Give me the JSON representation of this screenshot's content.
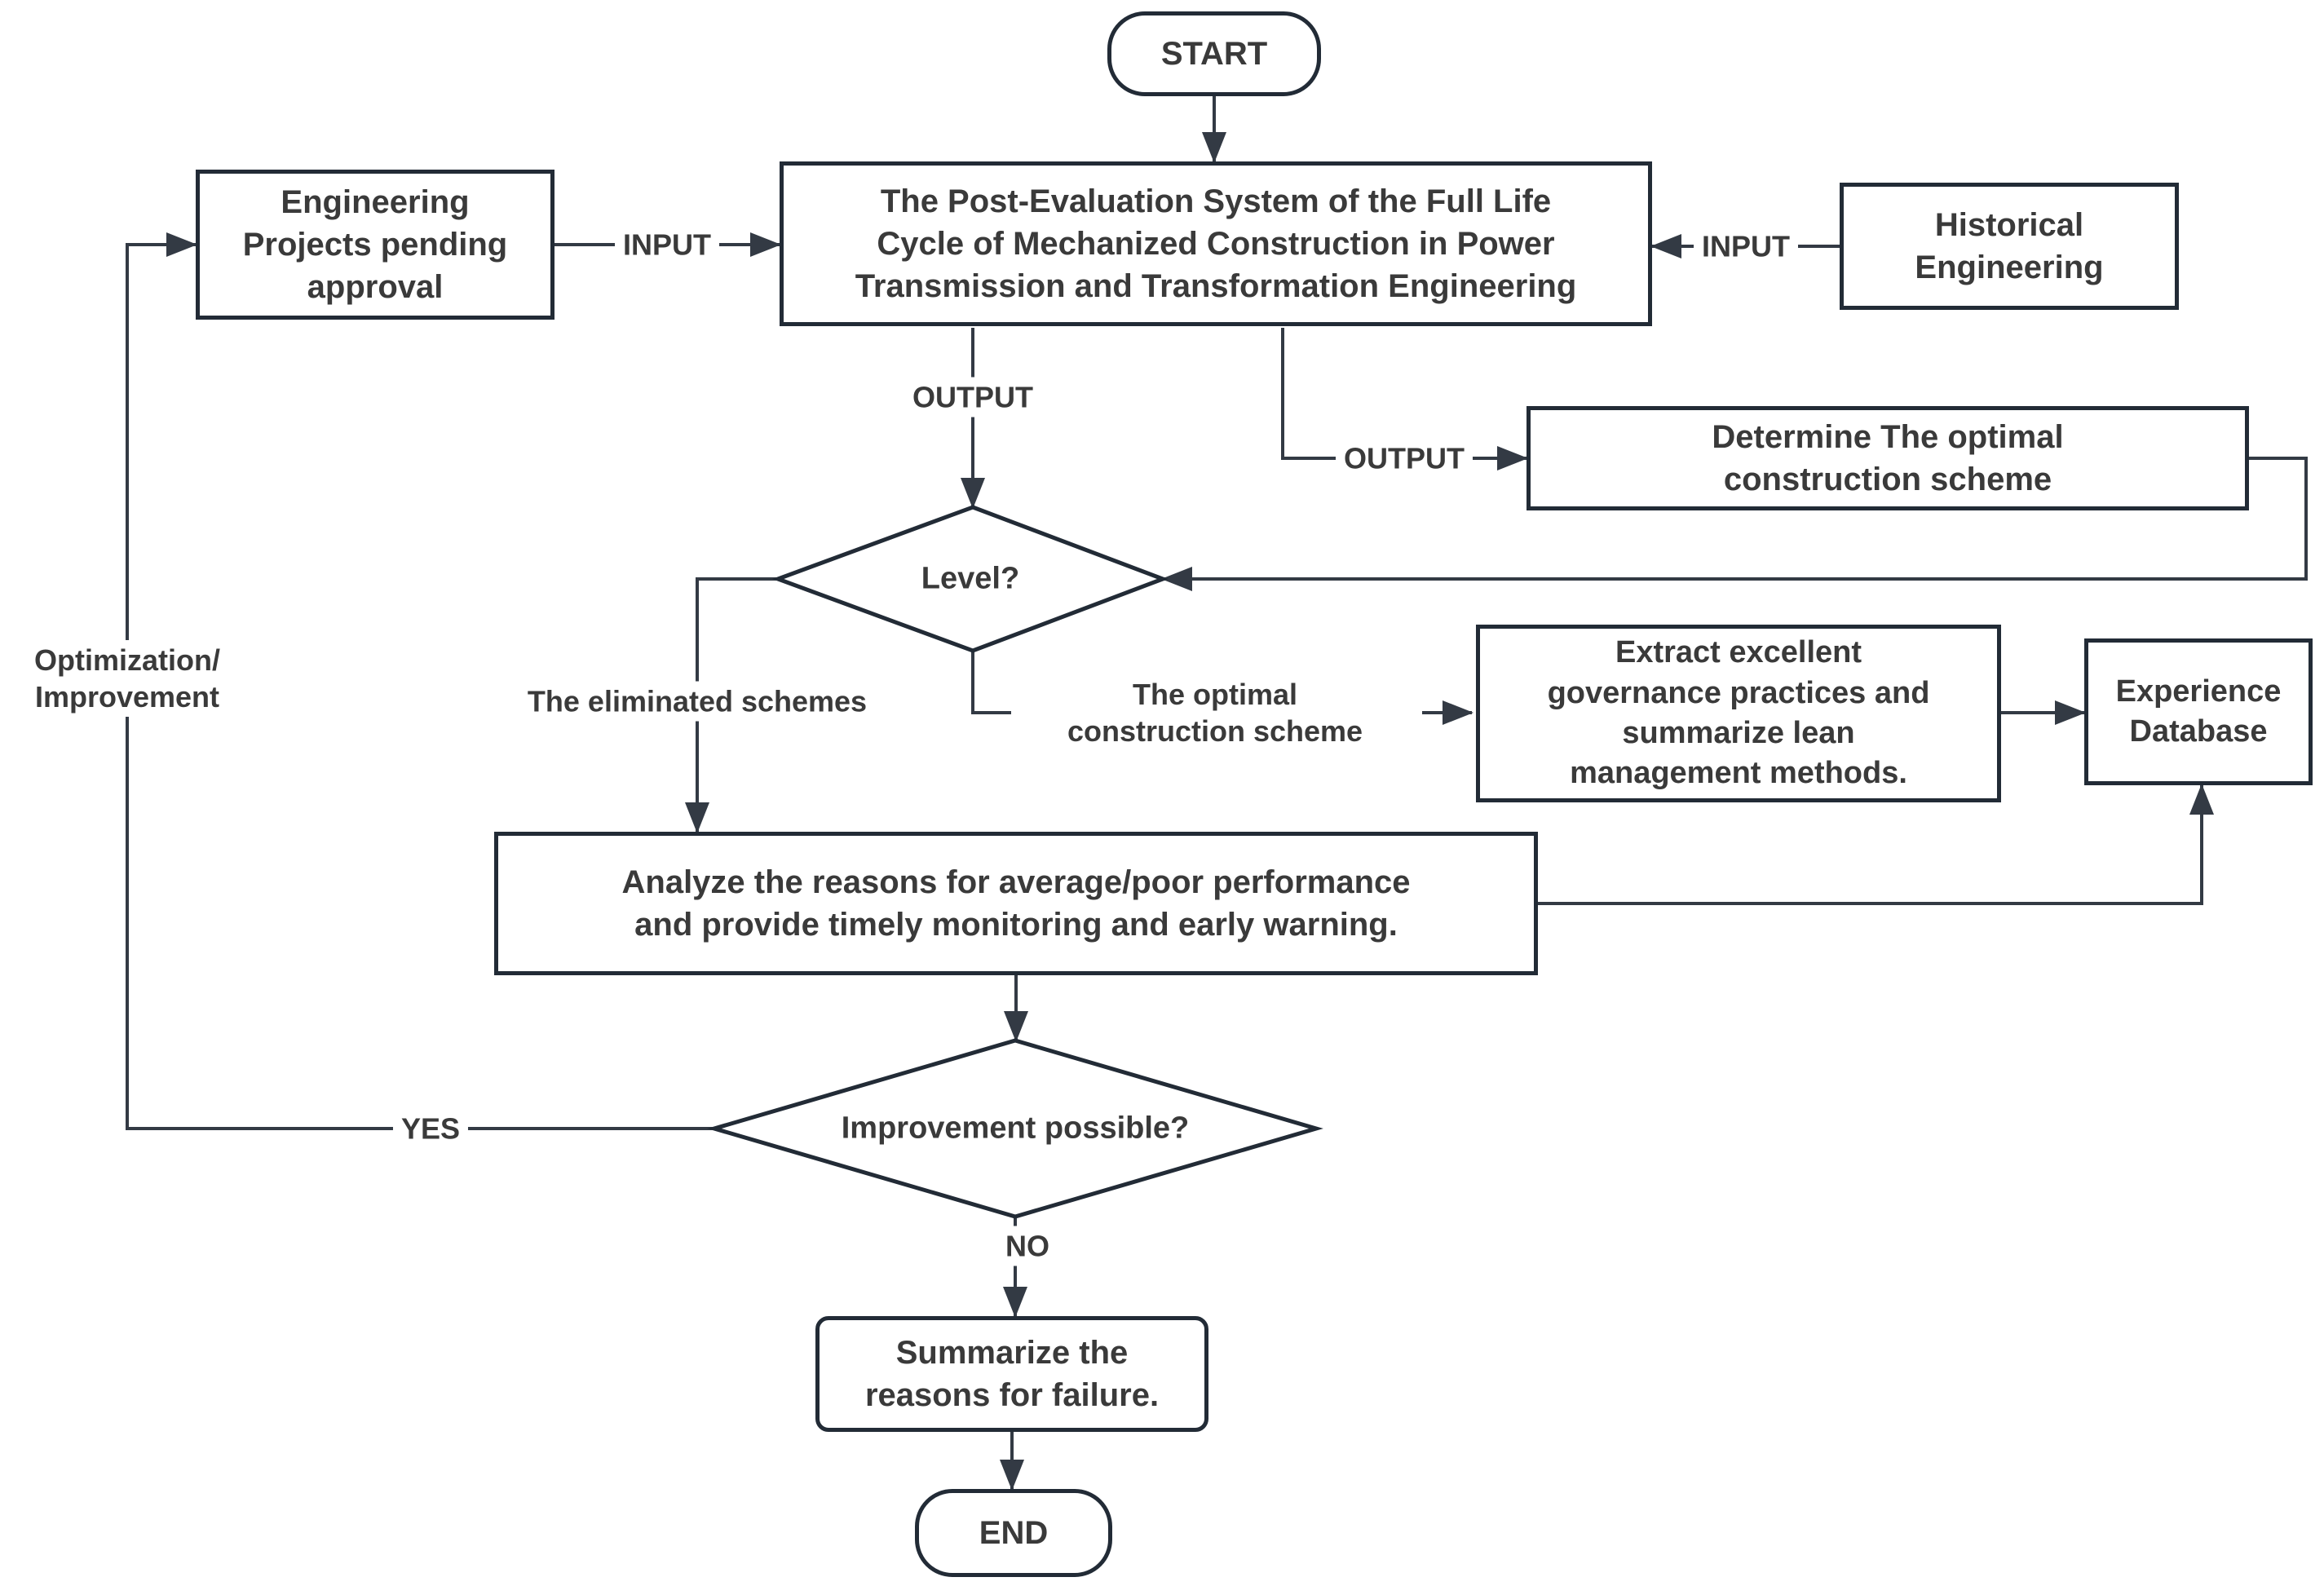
{
  "palette": {
    "line": "#333a44",
    "border": "#222b36",
    "text": "#3a3a3a",
    "bg": "#ffffff"
  },
  "nodes": {
    "start": {
      "label": "START"
    },
    "main_system": {
      "lines": [
        "The Post-Evaluation System of the Full Life",
        "Cycle of Mechanized Construction in Power",
        "Transmission and Transformation Engineering"
      ]
    },
    "pending_projects": {
      "lines": [
        "Engineering",
        "Projects pending",
        "approval"
      ]
    },
    "historical_engineering": {
      "lines": [
        "Historical",
        "Engineering"
      ]
    },
    "determine_scheme": {
      "lines": [
        "Determine The optimal",
        "construction scheme"
      ]
    },
    "level_decision": {
      "label": "Level?"
    },
    "extract_practices": {
      "lines": [
        "Extract excellent",
        "governance practices and",
        "summarize lean",
        "management methods."
      ]
    },
    "experience_database": {
      "lines": [
        "Experience",
        "Database"
      ]
    },
    "analyze_reasons": {
      "lines": [
        "Analyze the reasons for average/poor performance",
        "and provide timely monitoring and early warning."
      ]
    },
    "improvement_decision": {
      "label": "Improvement possible?"
    },
    "summarize_failure": {
      "lines": [
        "Summarize the",
        "reasons for failure."
      ]
    },
    "end": {
      "label": "END"
    }
  },
  "edge_labels": {
    "input_left": "INPUT",
    "input_right": "INPUT",
    "output_left": "OUTPUT",
    "output_right": "OUTPUT",
    "eliminated_schemes": "The eliminated schemes",
    "optimal_scheme": {
      "lines": [
        "The optimal",
        "construction scheme"
      ]
    },
    "optimization_loop": {
      "lines": [
        "Optimization/",
        "Improvement"
      ]
    },
    "yes": "YES",
    "no": "NO"
  }
}
